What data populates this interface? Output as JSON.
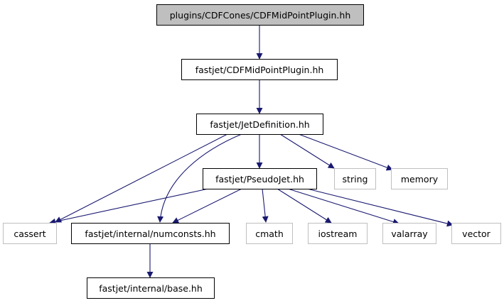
{
  "nodes": {
    "root": "plugins/CDFCones/CDFMidPointPlugin.hh",
    "cdfmidpoint": "fastjet/CDFMidPointPlugin.hh",
    "jetdef": "fastjet/JetDefinition.hh",
    "pseudojet": "fastjet/PseudoJet.hh",
    "string": "string",
    "memory": "memory",
    "cassert": "cassert",
    "numconsts": "fastjet/internal/numconsts.hh",
    "cmath": "cmath",
    "iostream": "iostream",
    "valarray": "valarray",
    "vector": "vector",
    "base": "fastjet/internal/base.hh"
  },
  "colors": {
    "edge": "#191970",
    "root_fill": "#bfbfbf",
    "system_border": "#bfbfbf"
  }
}
